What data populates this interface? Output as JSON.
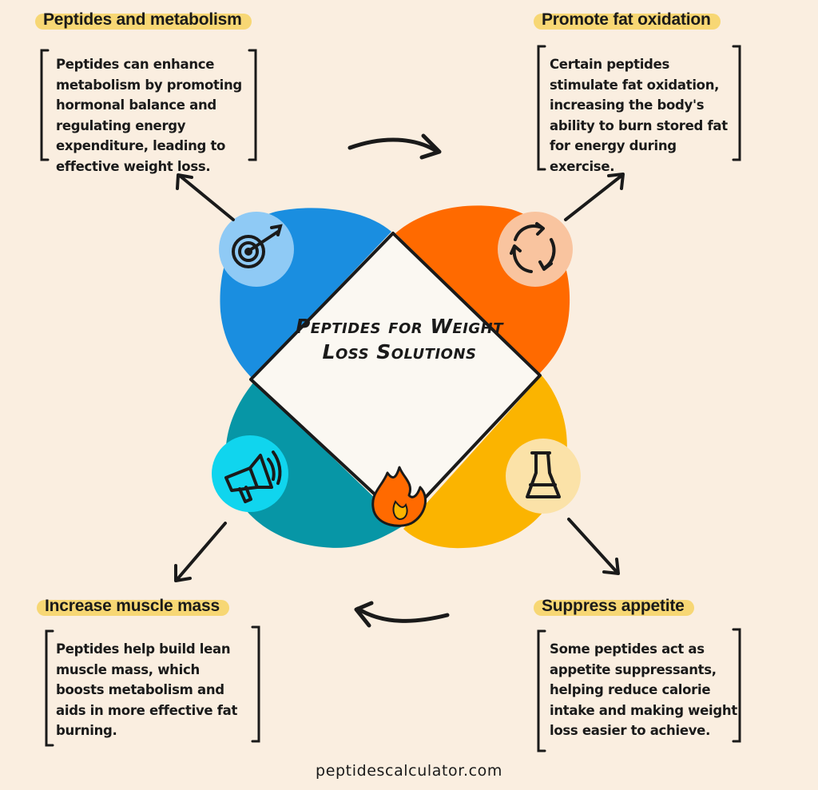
{
  "center_title": "Peptides for Weight Loss Solutions",
  "sections": {
    "top_left": {
      "heading": "Peptides and metabolism",
      "description": "Peptides can enhance metabolism by promoting hormonal balance and regulating energy expenditure, leading to effective weight loss.",
      "icon": "target-icon",
      "color": "#1a8ee0"
    },
    "top_right": {
      "heading": "Promote fat oxidation",
      "description": "Certain peptides stimulate fat oxidation, increasing the body's ability to burn stored fat for energy during exercise.",
      "icon": "recycle-icon",
      "color": "#ff6a00"
    },
    "bottom_left": {
      "heading": "Increase muscle mass",
      "description": "Peptides help build lean muscle mass, which boosts metabolism and aids in more effective fat burning.",
      "icon": "megaphone-icon",
      "color": "#0796a6"
    },
    "bottom_right": {
      "heading": "Suppress appetite",
      "description": "Some peptides act as appetite suppressants, helping reduce calorie intake and making weight loss easier to achieve.",
      "icon": "flask-icon",
      "color": "#fbb400"
    }
  },
  "center_icon": "fire-icon",
  "footer": "peptidescalculator.com"
}
